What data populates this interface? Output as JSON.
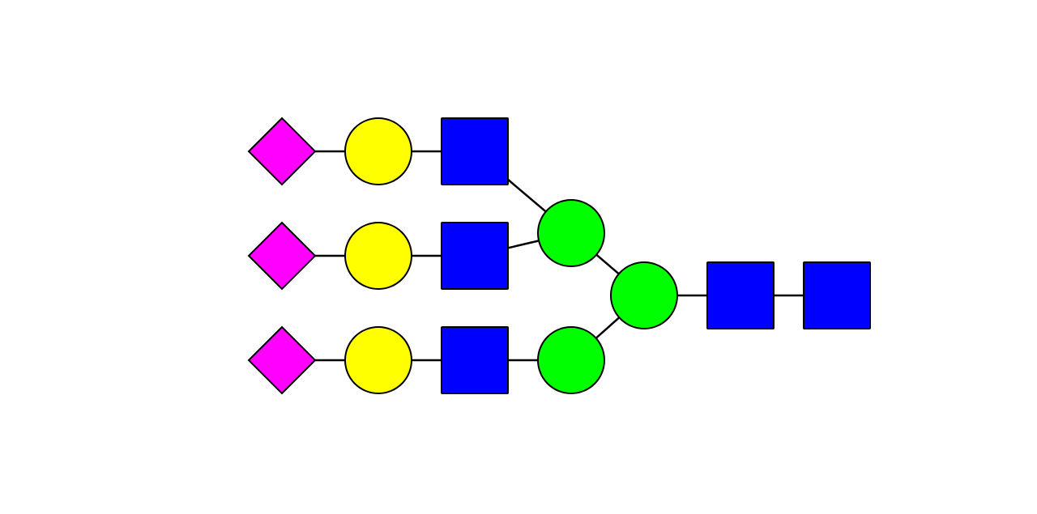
{
  "diagram": {
    "type": "glycan-symbol-structure",
    "colors": {
      "magenta": "#ff00ff",
      "yellow": "#ffff00",
      "blue": "#0000ff",
      "green": "#00ff00",
      "outline": "#000000",
      "background": "#ffffff"
    },
    "nodes": [
      {
        "id": "gn-reducing",
        "shape": "square",
        "color": "blue"
      },
      {
        "id": "gn-core",
        "shape": "square",
        "color": "blue"
      },
      {
        "id": "man-core",
        "shape": "circle",
        "color": "green"
      },
      {
        "id": "man-upper",
        "shape": "circle",
        "color": "green"
      },
      {
        "id": "man-lower",
        "shape": "circle",
        "color": "green"
      },
      {
        "id": "gn-top",
        "shape": "square",
        "color": "blue"
      },
      {
        "id": "gn-mid",
        "shape": "square",
        "color": "blue"
      },
      {
        "id": "gn-bot",
        "shape": "square",
        "color": "blue"
      },
      {
        "id": "gal-top",
        "shape": "circle",
        "color": "yellow"
      },
      {
        "id": "gal-mid",
        "shape": "circle",
        "color": "yellow"
      },
      {
        "id": "gal-bot",
        "shape": "circle",
        "color": "yellow"
      },
      {
        "id": "sia-top",
        "shape": "diamond",
        "color": "magenta"
      },
      {
        "id": "sia-mid",
        "shape": "diamond",
        "color": "magenta"
      },
      {
        "id": "sia-bot",
        "shape": "diamond",
        "color": "magenta"
      }
    ],
    "edges": [
      [
        "gn-reducing",
        "gn-core"
      ],
      [
        "gn-core",
        "man-core"
      ],
      [
        "man-core",
        "man-upper"
      ],
      [
        "man-core",
        "man-lower"
      ],
      [
        "man-upper",
        "gn-top"
      ],
      [
        "man-upper",
        "gn-mid"
      ],
      [
        "man-lower",
        "gn-bot"
      ],
      [
        "gn-top",
        "gal-top"
      ],
      [
        "gn-mid",
        "gal-mid"
      ],
      [
        "gn-bot",
        "gal-bot"
      ],
      [
        "gal-top",
        "sia-top"
      ],
      [
        "gal-mid",
        "sia-mid"
      ],
      [
        "gal-bot",
        "sia-bot"
      ]
    ]
  }
}
